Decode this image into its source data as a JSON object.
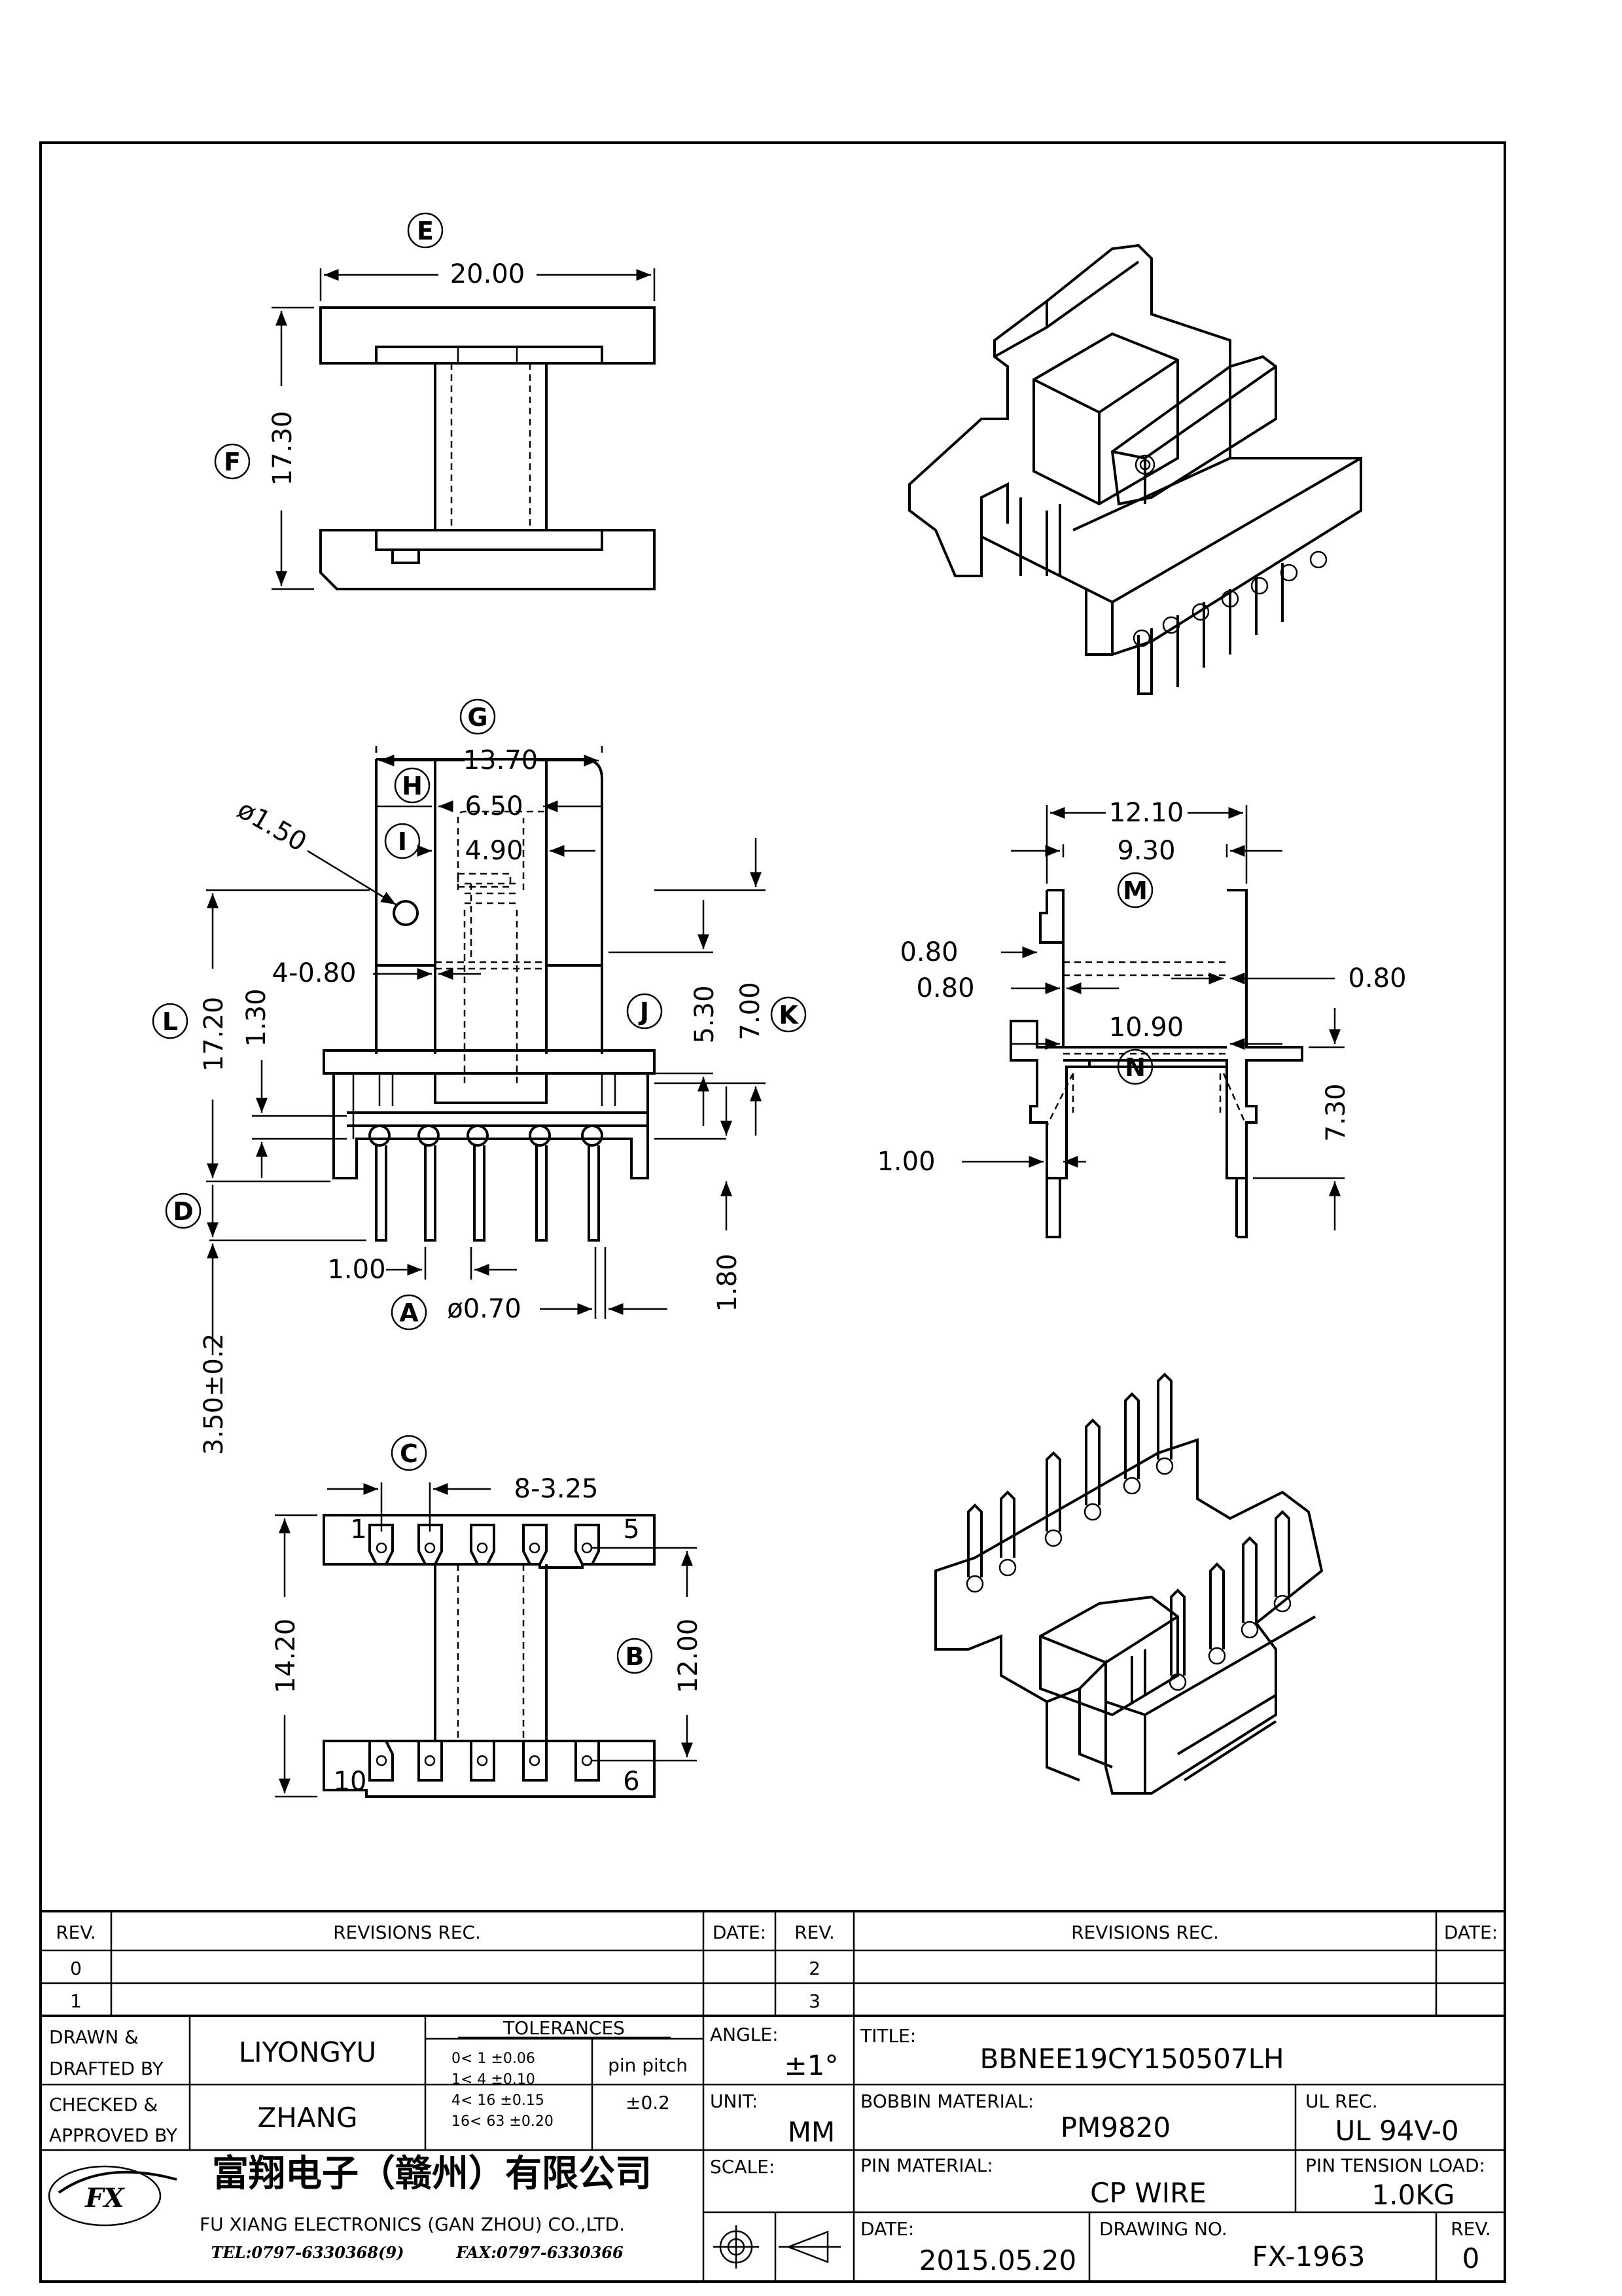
{
  "views": {
    "top": {
      "label_E": "E",
      "dim_E": "20.00",
      "label_F": "F",
      "dim_F": "17.30"
    },
    "front": {
      "label_G": "G",
      "dim_G": "13.70",
      "label_H": "H",
      "dim_H": "6.50",
      "label_I": "I",
      "dim_I": "4.90",
      "dia_hole": "ø1.50",
      "dim_notch": "4-0.80",
      "label_L": "L",
      "dim_L": "17.20",
      "dim_1_30": "1.30",
      "label_J": "J",
      "dim_J": "5.30",
      "label_K": "K",
      "dim_K": "7.00",
      "label_D": "D",
      "dim_D": "3.50±0.2",
      "dim_1_00": "1.00",
      "label_A": "A",
      "dim_A": "ø0.70",
      "dim_1_80": "1.80"
    },
    "side": {
      "dim_12_10": "12.10",
      "dim_9_30": "9.30",
      "label_M": "M",
      "dim_0_80a": "0.80",
      "dim_0_80b": "0.80",
      "dim_0_80c": "0.80",
      "label_N": "N",
      "dim_10_90": "10.90",
      "dim_7_30": "7.30",
      "dim_1_00": "1.00"
    },
    "bottom": {
      "label_C": "C",
      "dim_C": "8-3.25",
      "pin_1": "1",
      "pin_5": "5",
      "pin_6": "6",
      "pin_10": "10",
      "dim_14_20": "14.20",
      "label_B": "B",
      "dim_B": "12.00"
    }
  },
  "title_block": {
    "rev_header": "REV.",
    "revisions_header": "REVISIONS  REC.",
    "date_header": "DATE:",
    "revs_left": [
      "0",
      "1"
    ],
    "revs_right": [
      "2",
      "3"
    ],
    "drawn_label_1": "DRAWN &",
    "drawn_label_2": "DRAFTED BY",
    "drawn_by": "LIYONGYU",
    "checked_label_1": "CHECKED &",
    "checked_label_2": "APPROVED BY",
    "checked_by": "ZHANG",
    "tolerances_label": "TOLERANCES",
    "tolerances": [
      "0<  1   ±0.06",
      "1<  4   ±0.10",
      "4<  16  ±0.15",
      "16<  63  ±0.20"
    ],
    "pin_pitch_label": "pin pitch",
    "pin_pitch": "±0.2",
    "angle_label": "ANGLE:",
    "angle": "±1°",
    "unit_label": "UNIT:",
    "unit": "MM",
    "scale_label": "SCALE:",
    "title_label": "TITLE:",
    "title": "BBNEE19CY150507LH",
    "bobbin_material_label": "BOBBIN MATERIAL:",
    "bobbin_material": "PM9820",
    "ul_rec_label": "UL REC.",
    "ul_rec": "UL  94V-0",
    "pin_material_label": "PIN MATERIAL:",
    "pin_material": "CP  WIRE",
    "pin_tension_label": "PIN TENSION LOAD:",
    "pin_tension": "1.0KG",
    "date_label": "DATE:",
    "date": "2015.05.20",
    "drawing_no_label": "DRAWING NO.",
    "drawing_no": "FX-1963",
    "rev_label": "REV.",
    "rev": "0",
    "company_cn": "富翔电子（赣州）有限公司",
    "company_en": "FU XIANG ELECTRONICS (GAN ZHOU) CO.,LTD.",
    "tel": "TEL:0797-6330368(9)",
    "fax": "FAX:0797-6330366",
    "logo_text": "FX"
  }
}
